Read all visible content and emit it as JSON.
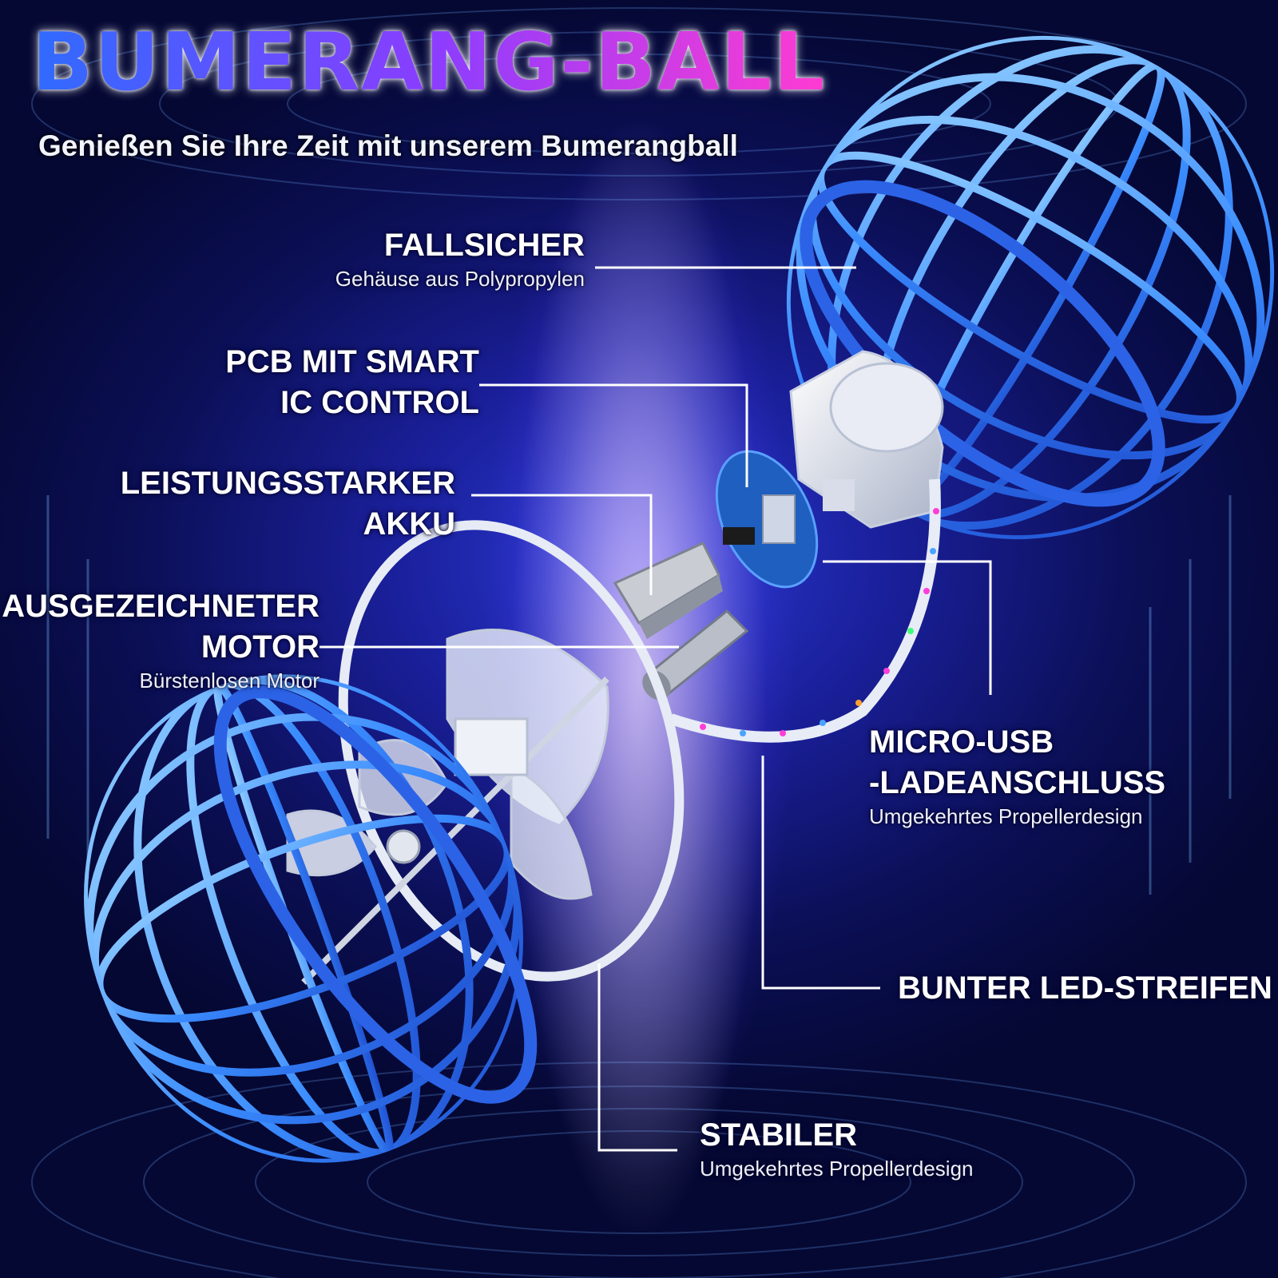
{
  "header": {
    "title": "BUMERANG-BALL",
    "subtitle": "Genießen Sie Ihre Zeit mit unserem Bumerangball"
  },
  "callouts": {
    "fallsicher": {
      "title": "FALLSICHER",
      "sub": "Gehäuse aus Polypropylen"
    },
    "pcb": {
      "line1": "PCB MIT SMART",
      "line2": "IC CONTROL"
    },
    "akku": {
      "line1": "LEISTUNGSSTARKER",
      "line2": "AKKU"
    },
    "motor": {
      "line1": "AUSGEZEICHNETER",
      "line2": "MOTOR",
      "sub": "Bürstenlosen Motor"
    },
    "usb": {
      "line1": "MICRO-USB",
      "line2": "-LADEANSCHLUSS",
      "sub": "Umgekehrtes Propellerdesign"
    },
    "led": {
      "title": "BUNTER LED-STREIFEN"
    },
    "stabiler": {
      "title": "STABILER",
      "sub": "Umgekehrtes Propellerdesign"
    }
  },
  "colors": {
    "background": "#0b0f55",
    "cage": "#3a8cff",
    "title_start": "#2f6bff",
    "title_end": "#ff3bd2",
    "text": "#ffffff"
  }
}
